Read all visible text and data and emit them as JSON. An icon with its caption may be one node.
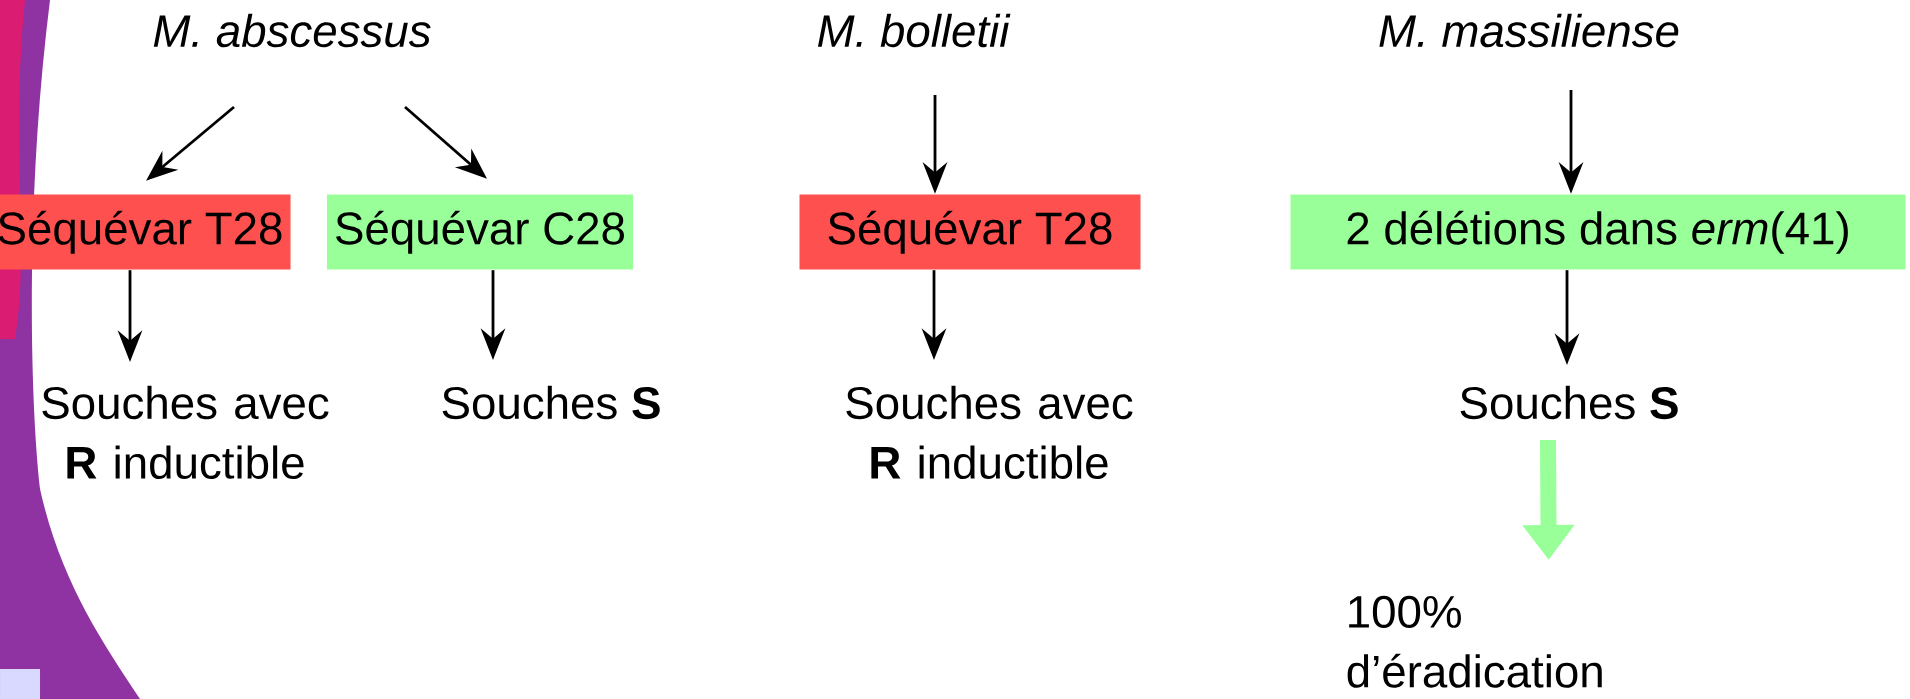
{
  "diagram": {
    "nodes": [
      {
        "text": [
          "M. abscessus"
        ]
      },
      {
        "text": [
          "M. bolletii"
        ]
      },
      {
        "text": [
          "M. massiliense"
        ]
      },
      {
        "text": [
          "Séquévar T28"
        ]
      },
      {
        "text": [
          "Séquévar C28"
        ]
      },
      {
        "text": [
          "Séquévar T28"
        ]
      },
      {
        "text": [
          "2 délétions dans *erm*(41)"
        ]
      },
      {
        "text": [
          "Souches avec **R** inductible"
        ]
      },
      {
        "text": [
          "Souches **S**"
        ]
      },
      {
        "text": [
          "Souches avec **R** inductible"
        ]
      },
      {
        "text": [
          "Souches **S**"
        ]
      },
      {
        "text": [
          "100% d’éradication"
        ]
      }
    ],
    "edges": [
      {
        "from": 0,
        "to": 3,
        "arrow": "to"
      },
      {
        "from": 0,
        "to": 4,
        "arrow": "to"
      },
      {
        "from": 1,
        "to": 5,
        "arrow": "to"
      },
      {
        "from": 2,
        "to": 6,
        "arrow": "to"
      },
      {
        "from": 3,
        "to": 7,
        "arrow": "to"
      },
      {
        "from": 4,
        "to": 8,
        "arrow": "to"
      },
      {
        "from": 5,
        "to": 9,
        "arrow": "to"
      },
      {
        "from": 6,
        "to": 10,
        "arrow": "to"
      },
      {
        "from": 10,
        "to": 11,
        "arrow": "to",
        "style": "thick",
        "color": "#99ff99"
      }
    ]
  }
}
